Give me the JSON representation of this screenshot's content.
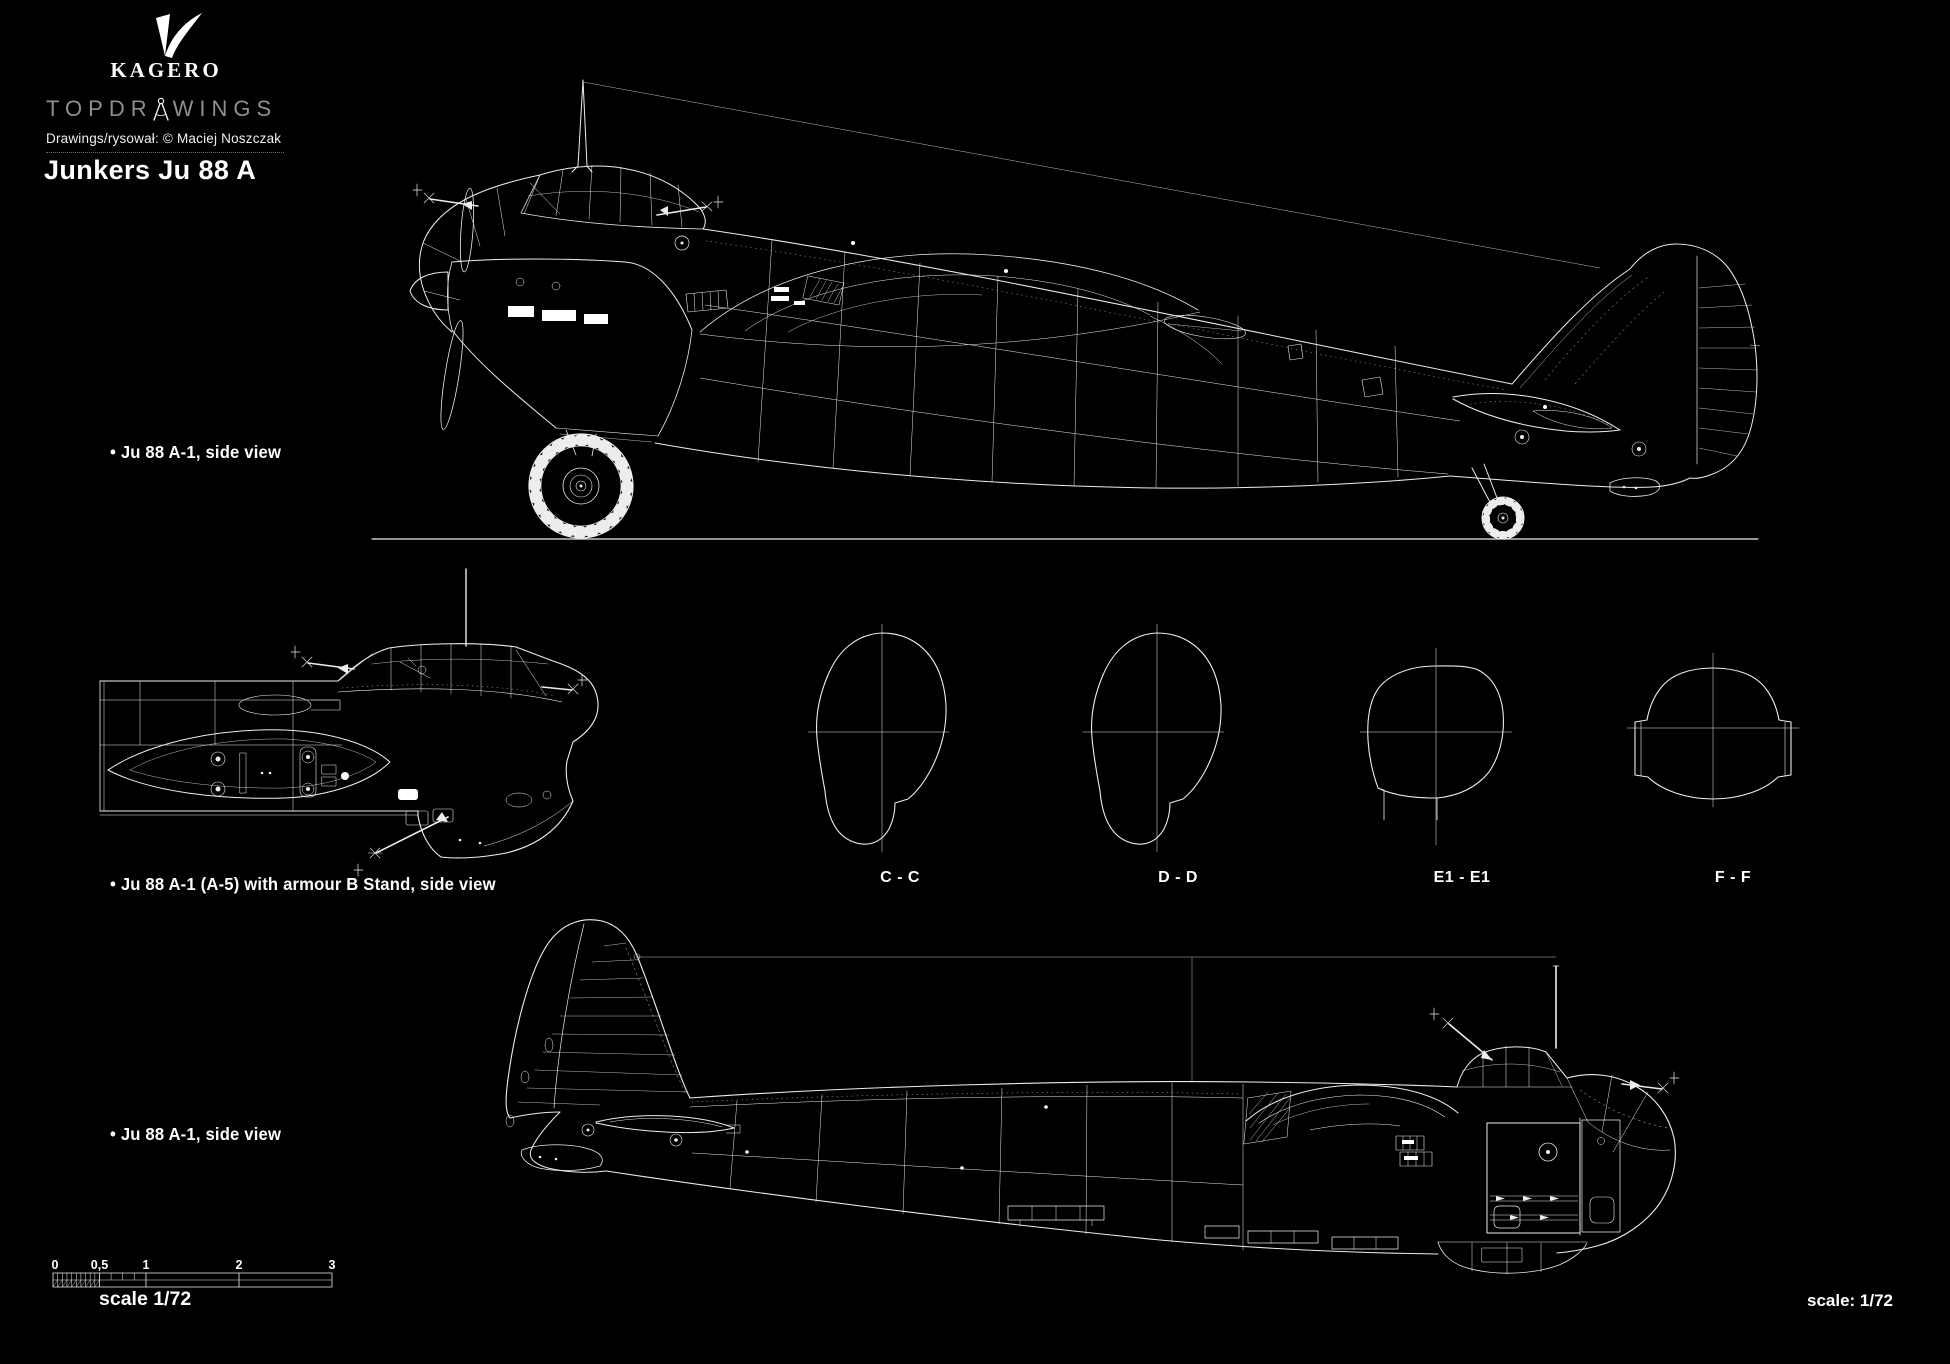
{
  "page": {
    "background": "#000000",
    "ink": "#ededed"
  },
  "header": {
    "brand": "KAGERO",
    "series_pre": "TOPDR",
    "series_post": "WINGS",
    "credit": "Drawings/rysował: © Maciej Noszczak",
    "title": "Junkers Ju 88 A"
  },
  "labels": {
    "view_top": "• Ju 88 A-1, side view",
    "view_middle": "• Ju 88 A-1 (A-5) with armour B Stand, side view",
    "view_bottom": "• Ju 88 A-1, side view"
  },
  "sections": [
    {
      "label": "C - C"
    },
    {
      "label": "D - D"
    },
    {
      "label": "E1 - E1"
    },
    {
      "label": "F - F"
    }
  ],
  "scale_bar": {
    "ticks": [
      "0",
      "0,5",
      "1",
      "2",
      "3"
    ],
    "caption": "scale 1/72"
  },
  "footer": {
    "scale_note": "scale: 1/72"
  }
}
